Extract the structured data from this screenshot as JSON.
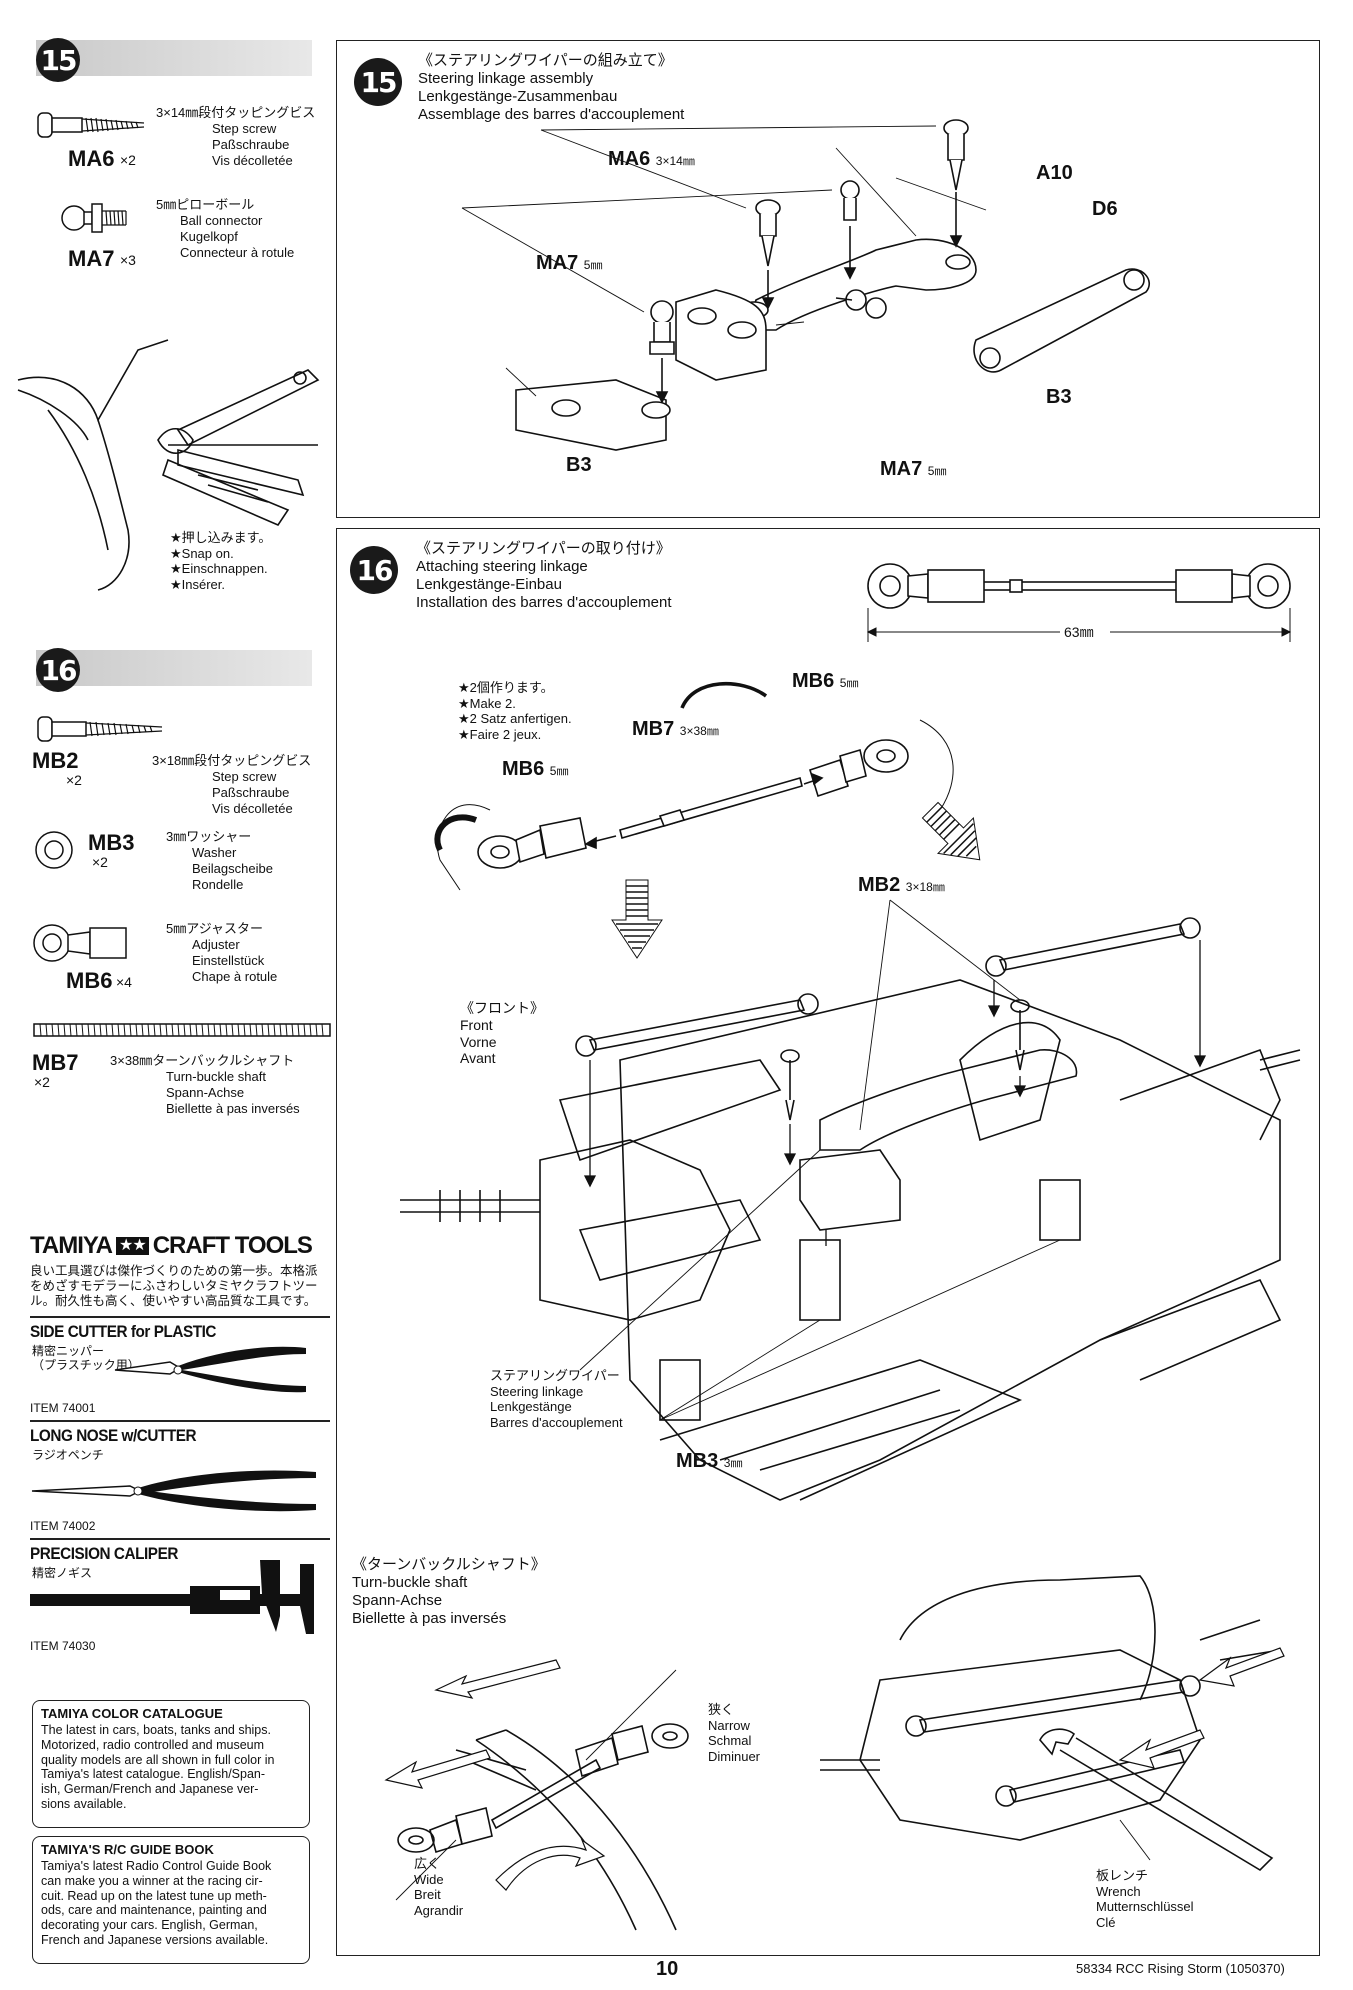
{
  "left": {
    "step15": {
      "number": "15",
      "parts": [
        {
          "code": "MA6",
          "qty": "×2",
          "desc": [
            "3×14㎜段付タッピングビス",
            "Step screw",
            "Paßschraube",
            "Vis décolletée"
          ]
        },
        {
          "code": "MA7",
          "qty": "×3",
          "desc": [
            "5㎜ピローボール",
            "Ball connector",
            "Kugelkopf",
            "Connecteur à rotule"
          ]
        }
      ],
      "note": [
        "★押し込みます。",
        "★Snap on.",
        "★Einschnappen.",
        "★Insérer."
      ]
    },
    "step16": {
      "number": "16",
      "parts": [
        {
          "code": "MB2",
          "qty": "×2",
          "desc": [
            "3×18㎜段付タッピングビス",
            "Step screw",
            "Paßschraube",
            "Vis décolletée"
          ]
        },
        {
          "code": "MB3",
          "qty": "×2",
          "desc": [
            "3㎜ワッシャー",
            "Washer",
            "Beilagscheibe",
            "Rondelle"
          ]
        },
        {
          "code": "MB6",
          "qty": "×4",
          "desc": [
            "5㎜アジャスター",
            "Adjuster",
            "Einstellstück",
            "Chape à rotule"
          ]
        },
        {
          "code": "MB7",
          "qty": "×2",
          "desc": [
            "3×38㎜ターンバックルシャフト",
            "Turn-buckle shaft",
            "Spann-Achse",
            "Biellette à pas inversés"
          ]
        }
      ]
    },
    "tools": {
      "brand": "TAMIYA",
      "brand2": "CRAFT TOOLS",
      "intro": [
        "良い工具選びは傑作づくりのための第一歩。本格派",
        "をめざすモデラーにふさわしいタミヤクラフトツー",
        "ル。耐久性も高く、使いやすい高品質な工具です。"
      ],
      "items": [
        {
          "title": "SIDE CUTTER for PLASTIC",
          "sub": [
            "精密ニッパー",
            "（プラスチック用）"
          ],
          "item": "ITEM 74001"
        },
        {
          "title": "LONG NOSE w/CUTTER",
          "sub": [
            "ラジオペンチ"
          ],
          "item": "ITEM 74002"
        },
        {
          "title": "PRECISION CALIPER",
          "sub": [
            "精密ノギス"
          ],
          "item": "ITEM 74030"
        }
      ]
    },
    "catalogue": {
      "title": "TAMIYA COLOR CATALOGUE",
      "lines": [
        "The latest in cars, boats, tanks and ships.",
        "Motorized, radio controlled and museum",
        "quality models are all shown in full color in",
        "Tamiya's latest catalogue. English/Span-",
        "ish, German/French and Japanese ver-",
        "sions available."
      ]
    },
    "guide": {
      "title": "TAMIYA'S R/C GUIDE BOOK",
      "lines": [
        "Tamiya's latest Radio Control Guide Book",
        "can make you a winner at the racing cir-",
        "cuit. Read up on the latest tune up meth-",
        "ods, care and maintenance, painting and",
        "decorating your cars. English, German,",
        "French and Japanese versions available."
      ]
    }
  },
  "step15": {
    "number": "15",
    "title": [
      "《ステアリングワイパーの組み立て》",
      "Steering linkage assembly",
      "Lenkgestänge-Zusammenbau",
      "Assemblage des barres d'accouplement"
    ],
    "labels": {
      "ma6": "MA6",
      "ma6_size": "3×14㎜",
      "ma7": "MA7",
      "ma7_size": "5㎜",
      "a10": "A10",
      "d6": "D6",
      "b3a": "B3",
      "b3b": "B3",
      "ma7b": "MA7",
      "ma7b_size": "5㎜"
    }
  },
  "step16": {
    "number": "16",
    "title": [
      "《ステアリングワイパーの取り付け》",
      "Attaching steering linkage",
      "Lenkgestänge-Einbau",
      "Installation des barres d'accouplement"
    ],
    "dimension": "63㎜",
    "make2": [
      "★2個作ります。",
      "★Make 2.",
      "★2 Satz anfertigen.",
      "★Faire 2 jeux."
    ],
    "labels": {
      "mb6a": "MB6",
      "mb6a_size": "5㎜",
      "mb7": "MB7",
      "mb7_size": "3×38㎜",
      "mb6b": "MB6",
      "mb6b_size": "5㎜",
      "mb2": "MB2",
      "mb2_size": "3×18㎜",
      "mb3": "MB3",
      "mb3_size": "3㎜"
    },
    "front": [
      "《フロント》",
      "Front",
      "Vorne",
      "Avant"
    ],
    "linkage": [
      "ステアリングワイパー",
      "Steering linkage",
      "Lenkgestänge",
      "Barres d'accouplement"
    ],
    "turnbuckle": [
      "《ターンバックルシャフト》",
      "Turn-buckle shaft",
      "Spann-Achse",
      "Biellette à pas inversés"
    ],
    "narrow": [
      "狭く",
      "Narrow",
      "Schmal",
      "Diminuer"
    ],
    "wide": [
      "広く",
      "Wide",
      "Breit",
      "Agrandir"
    ],
    "wrench": [
      "板レンチ",
      "Wrench",
      "Mutternschlüssel",
      "Clé"
    ]
  },
  "footer": {
    "page": "10",
    "code": "58334  RCC Rising Storm (1050370)"
  }
}
